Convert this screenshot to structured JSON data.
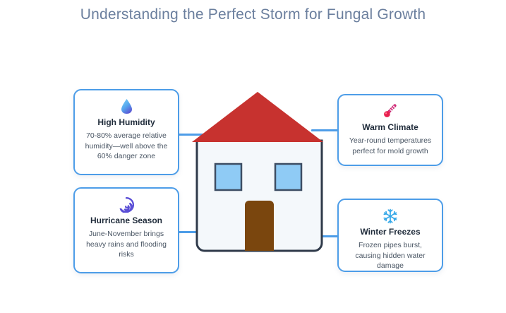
{
  "page": {
    "title": "Understanding the Perfect Storm for Fungal Growth",
    "background_color": "#ffffff",
    "title_color": "#6b7f9e",
    "accent_color": "#4d9de8"
  },
  "house": {
    "name": "house-illustration",
    "roof_color": "#c7322f",
    "wall_color": "#f4f8fb",
    "outline_color": "#2f3a4a",
    "window_color": "#8fcbf5",
    "window_border_color": "#3d4d63",
    "door_color": "#7a460e"
  },
  "connectors": [
    {
      "name": "connector-high-humidity",
      "color": "#4d9de8"
    },
    {
      "name": "connector-warm-climate",
      "color": "#4d9de8"
    },
    {
      "name": "connector-hurricane-season",
      "color": "#4d9de8"
    },
    {
      "name": "connector-winter-freezes",
      "color": "#4d9de8"
    }
  ],
  "cards": [
    {
      "id": "high-humidity",
      "icon": "water-droplet-icon",
      "icon_glyph": "💧",
      "title": "High Humidity",
      "description": "70-80% average relative humidity—well above the 60% danger zone",
      "position": "top-left"
    },
    {
      "id": "warm-climate",
      "icon": "thermometer-icon",
      "icon_glyph": "🌡️",
      "title": "Warm Climate",
      "description": "Year-round temperatures perfect for mold growth",
      "position": "top-right"
    },
    {
      "id": "hurricane-season",
      "icon": "cyclone-icon",
      "icon_glyph": "🌀",
      "title": "Hurricane Season",
      "description": "June-November brings heavy rains and flooding risks",
      "position": "bottom-left"
    },
    {
      "id": "winter-freezes",
      "icon": "snowflake-icon",
      "icon_glyph": "❄️",
      "title": "Winter Freezes",
      "description": "Frozen pipes burst, causing hidden water damage",
      "position": "bottom-right"
    }
  ]
}
